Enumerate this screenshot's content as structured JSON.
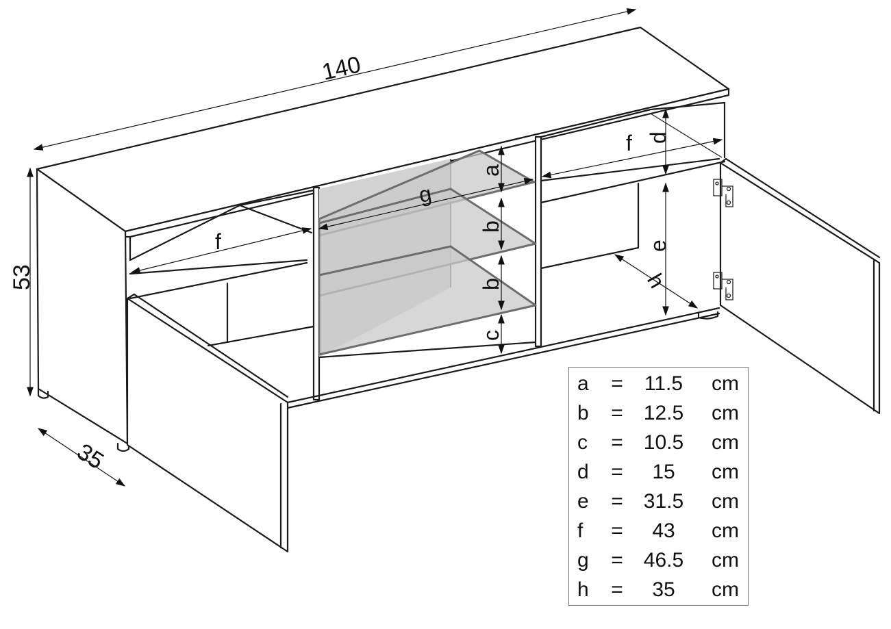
{
  "dimensions": {
    "width_label": "140",
    "height_label": "53",
    "depth_label": "35"
  },
  "part_labels": {
    "a": "a",
    "b": "b",
    "c": "c",
    "d": "d",
    "e": "e",
    "f": "f",
    "g": "g",
    "h": "h"
  },
  "legend": [
    {
      "key": "a",
      "eq": "=",
      "value": "11.5",
      "unit": "cm"
    },
    {
      "key": "b",
      "eq": "=",
      "value": "12.5",
      "unit": "cm"
    },
    {
      "key": "c",
      "eq": "=",
      "value": "10.5",
      "unit": "cm"
    },
    {
      "key": "d",
      "eq": "=",
      "value": "15",
      "unit": "cm"
    },
    {
      "key": "e",
      "eq": "=",
      "value": "31.5",
      "unit": "cm"
    },
    {
      "key": "f",
      "eq": "=",
      "value": "43",
      "unit": "cm"
    },
    {
      "key": "g",
      "eq": "=",
      "value": "46.5",
      "unit": "cm"
    },
    {
      "key": "h",
      "eq": "=",
      "value": "35",
      "unit": "cm"
    }
  ]
}
